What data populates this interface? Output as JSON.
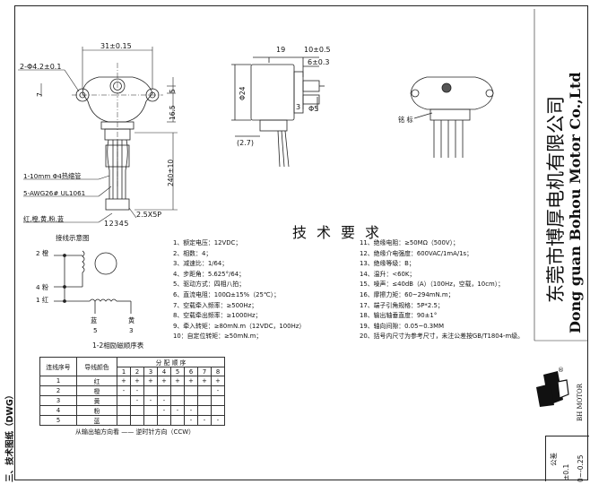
{
  "side_heading": "三、技术图纸（DWG）",
  "dims": {
    "width": "31±0.15",
    "hole": "2-Φ4.2±0.1",
    "d5": "5",
    "d165": "16.5",
    "d7": "7",
    "len240": "240±10",
    "heat": "1-10mm  Φ4热缩管",
    "wire": "5-AWG26# UL1061",
    "colors": "红,橙,黄,粉,蓝",
    "conn": "2.5X5P",
    "pins": "12345",
    "d19": "19",
    "d10": "10±0.5",
    "d6": "6±0.3",
    "d24": "Φ24",
    "d3": "3",
    "dphi5": "Φ5",
    "d27": "(2.7)",
    "label_nameplate": "铭 标"
  },
  "wiring": {
    "title": "接线示意图",
    "orange": "2  橙",
    "pink": "4  粉",
    "red": "1  红",
    "blue": "蓝",
    "blue_n": "5",
    "yellow": "黄",
    "yellow_n": "3"
  },
  "seq_table": {
    "title": "1-2相励磁顺序表",
    "h_no": "连线序号",
    "h_color": "导线颜色",
    "h_order": "分  配  顺  序",
    "steps": [
      "1",
      "2",
      "3",
      "4",
      "5",
      "6",
      "7",
      "8"
    ],
    "rows": [
      {
        "no": "1",
        "color": "红",
        "cells": [
          "+",
          "+",
          "+",
          "+",
          "+",
          "+",
          "+",
          "+"
        ]
      },
      {
        "no": "2",
        "color": "橙",
        "cells": [
          "-",
          "-",
          "",
          "",
          "",
          "",
          "",
          "-"
        ]
      },
      {
        "no": "3",
        "color": "黄",
        "cells": [
          "",
          "-",
          "-",
          "-",
          "",
          "",
          "",
          ""
        ]
      },
      {
        "no": "4",
        "color": "粉",
        "cells": [
          "",
          "",
          "",
          "-",
          "-",
          "-",
          "",
          ""
        ]
      },
      {
        "no": "5",
        "color": "蓝",
        "cells": [
          "",
          "",
          "",
          "",
          "",
          "-",
          "-",
          "-"
        ]
      }
    ],
    "direction": "从输出轴方向看  ——  逆时针方向（CCW）"
  },
  "requirements": {
    "title": "技术要求",
    "left": [
      "1、额定电压：12VDC；",
      "2、相数：4；",
      "3、减速比：1/64；",
      "4、步距角：5.625°/64；",
      "5、驱动方式：四相八拍；",
      "6、直流电阻：100Ω±15%（25℃）；",
      "7、空载牵入频率：≥500Hz；",
      "8、空载牵出频率：≥1000Hz；",
      "9、牵入转矩：≥80mN.m（12VDC，100Hz）",
      "10：自定位转矩：≥50mN.m；"
    ],
    "right": [
      "11、绝缘电阻：≥50MΩ（500V）；",
      "12、绝缘介电强度：600VAC/1mA/1s；",
      "13、绝缘等级：B；",
      "14、温升：<60K；",
      "15、噪声：≤40dB（A）（100Hz，空载，10cm）；",
      "16、摩擦力矩：60~294mN.m；",
      "17、端子引角规格：5P*2.5；",
      "18、输出轴垂直度：90±1°",
      "19、轴向间隙：0.05~0.3MM",
      "20、括号内尺寸为参考尺寸，未注公差按GB/T1804-m级。"
    ]
  },
  "company": {
    "cn": "东莞市博厚电机有限公司",
    "en": "Dong guan Bohou Motor Co.,Ltd",
    "logo_text": "BH MOTOR",
    "reg": "®"
  },
  "tolerance": {
    "title": "公差",
    "v1": "±0.1",
    "v2": "0~-0.25"
  }
}
